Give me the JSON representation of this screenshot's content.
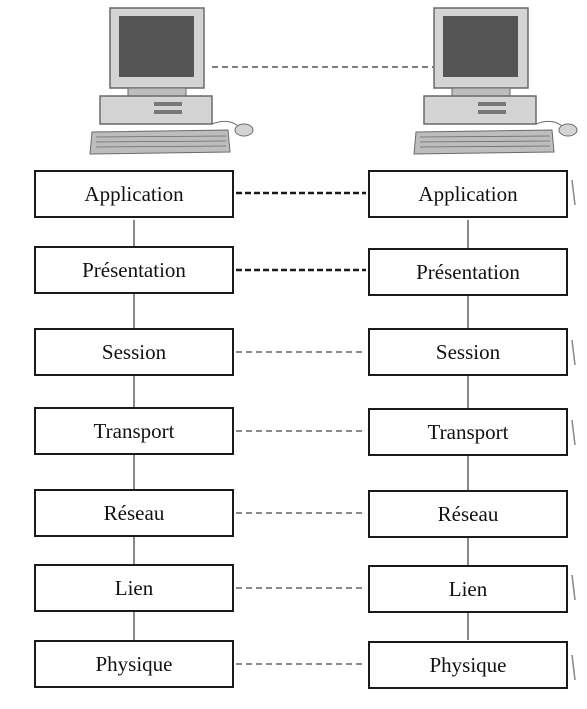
{
  "diagram": {
    "left_stack": {
      "layers": [
        "Application",
        "Présentation",
        "Session",
        "Transport",
        "Réseau",
        "Lien",
        "Physique"
      ]
    },
    "right_stack": {
      "layers": [
        "Application",
        "Présentation",
        "Session",
        "Transport",
        "Réseau",
        "Lien",
        "Physique"
      ]
    },
    "links": [
      {
        "style": "bold-dashed"
      },
      {
        "style": "bold-dashed"
      },
      {
        "style": "dashed"
      },
      {
        "style": "dashed"
      },
      {
        "style": "dashed"
      },
      {
        "style": "dashed"
      },
      {
        "style": "dashed"
      }
    ],
    "colors": {
      "line": "#1a1a1a",
      "connector": "#888888",
      "computer_body": "#d4d4d4",
      "screen": "#555555"
    }
  }
}
